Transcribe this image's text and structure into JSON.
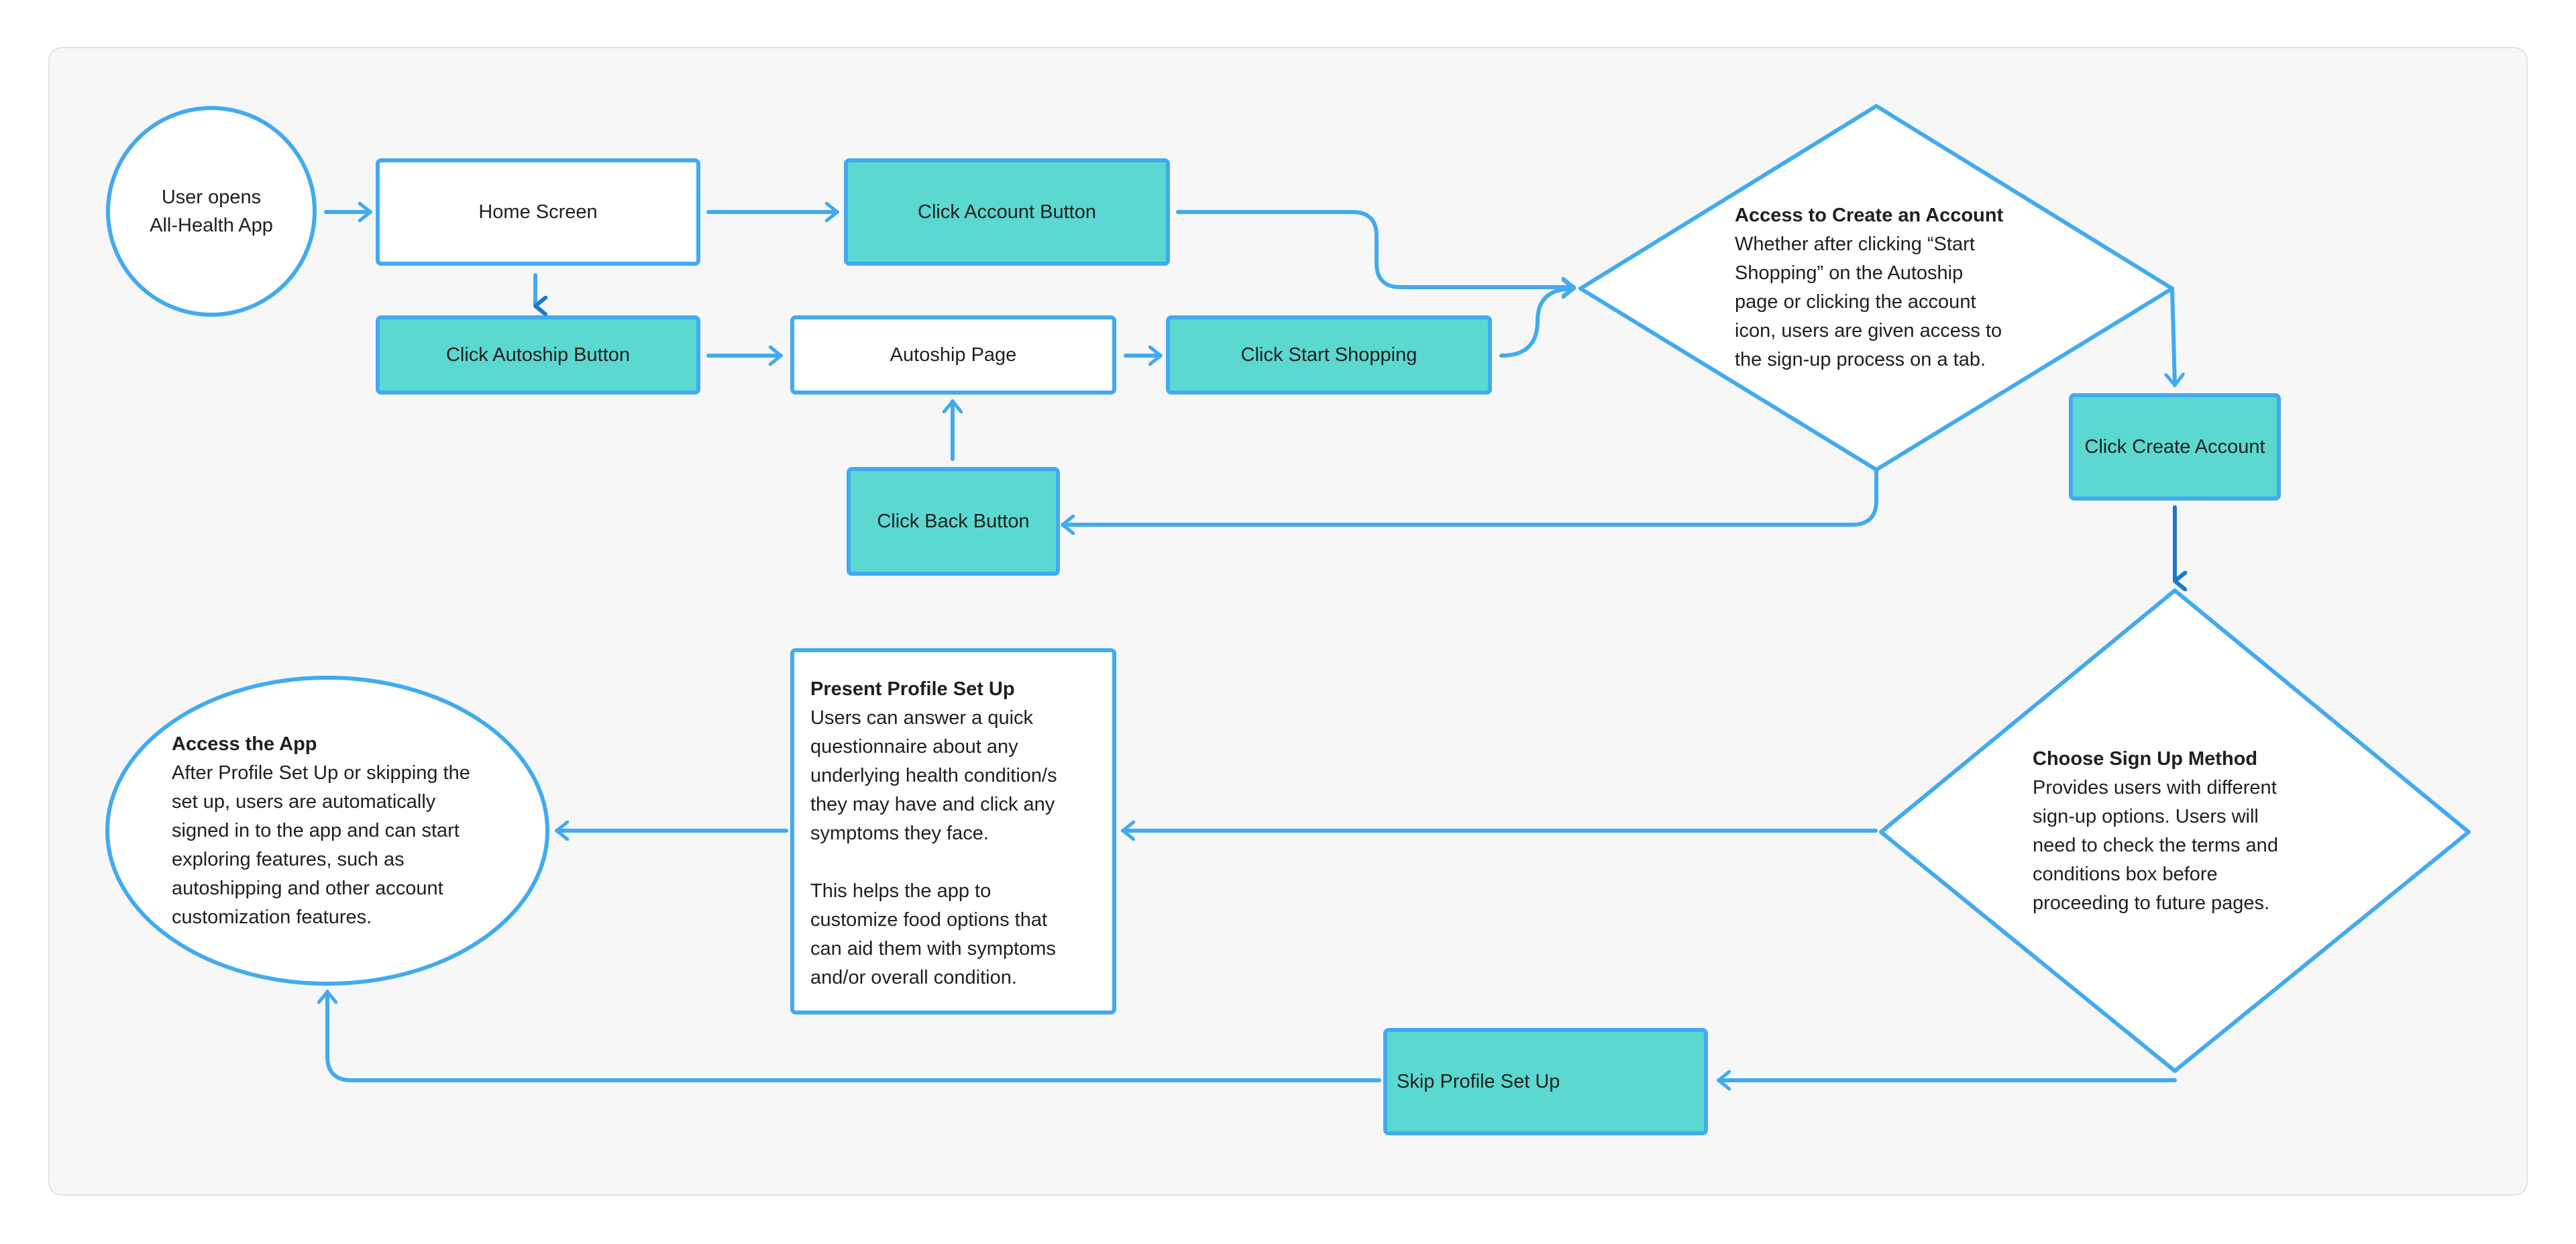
{
  "colors": {
    "stroke": "#41aaf0",
    "teal_fill": "#5bd8cf",
    "canvas": "#f7f7f7",
    "text": "#1f1f1f"
  },
  "nodes": {
    "user_opens": "User opens\nAll-Health App",
    "home_screen": "Home Screen",
    "click_account_button": "Click Account Button",
    "click_autoship_button": "Click Autoship Button",
    "autoship_page": "Autoship Page",
    "click_start_shopping": "Click Start Shopping",
    "click_back_button": "Click Back Button",
    "access_create_account": {
      "title": "Access to Create an Account",
      "body": "Whether after clicking “Start\nShopping” on the Autoship\npage or clicking the account\nicon, users are given access to\nthe sign-up process on a tab."
    },
    "click_create_account": "Click Create Account",
    "choose_sign_up_method": {
      "title": "Choose Sign Up Method",
      "body": "Provides users with different\nsign-up options. Users will\nneed to check the terms and\nconditions box before\nproceeding to future pages."
    },
    "present_profile_set_up": {
      "title": "Present Profile Set Up",
      "body": "Users can answer a quick\nquestionnaire about any\nunderlying health condition/s\nthey may have and click any\nsymptoms they face.\n\nThis helps the app to\ncustomize food options that\ncan aid them with symptoms\nand/or overall condition."
    },
    "skip_profile_set_up": "Skip Profile Set Up",
    "access_the_app": {
      "title": "Access the App",
      "body": "After Profile Set Up or skipping the\nset up, users are automatically\nsigned in to the app and can start\nexploring features, such as\nautoshipping and other account\ncustomization features."
    }
  }
}
